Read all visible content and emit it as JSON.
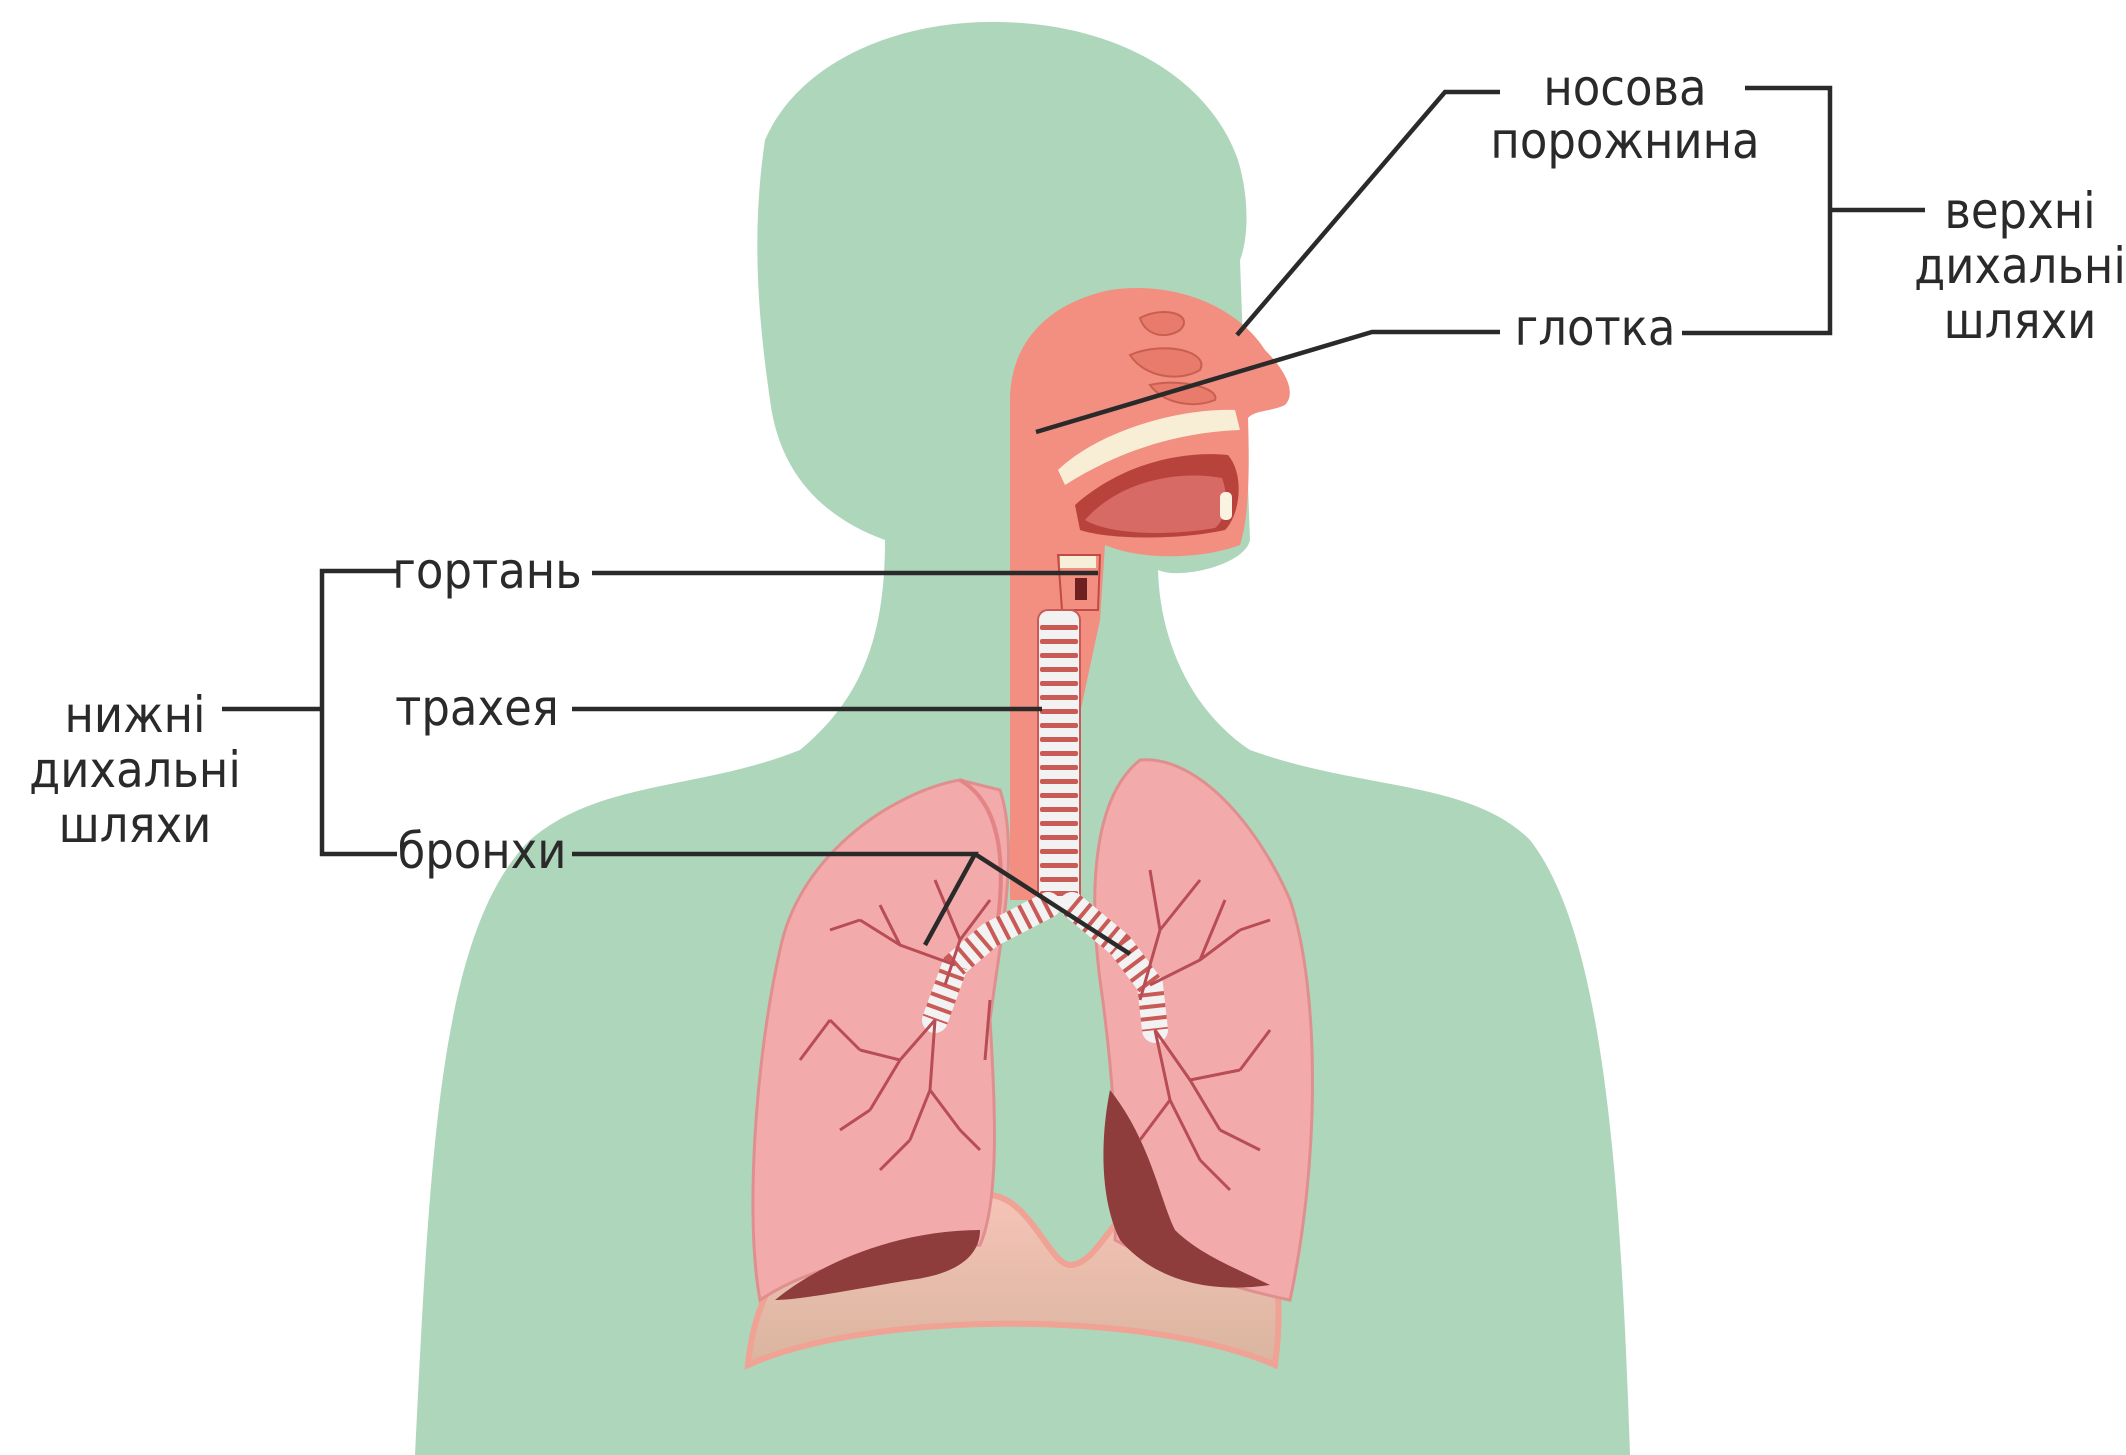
{
  "labels": {
    "nasal_cavity_line1": "носова",
    "nasal_cavity_line2": "порожнина",
    "pharynx": "глотка",
    "upper_airways_line1": "верхні",
    "upper_airways_line2": "дихальні",
    "upper_airways_line3": "шляхи",
    "larynx": "гортань",
    "trachea": "трахея",
    "bronchi": "бронхи",
    "lower_airways_line1": "нижні",
    "lower_airways_line2": "дихальні",
    "lower_airways_line3": "шляхи"
  },
  "colors": {
    "body": "#aed6bb",
    "head_tissue": "#f28f80",
    "lung": "#f3aaaa",
    "lung_dark": "#8e3c3c",
    "trachea_ring": "#f2f2f2",
    "diaphragm": "#f6b3a8",
    "leader_lines": "#2a2a2a"
  }
}
